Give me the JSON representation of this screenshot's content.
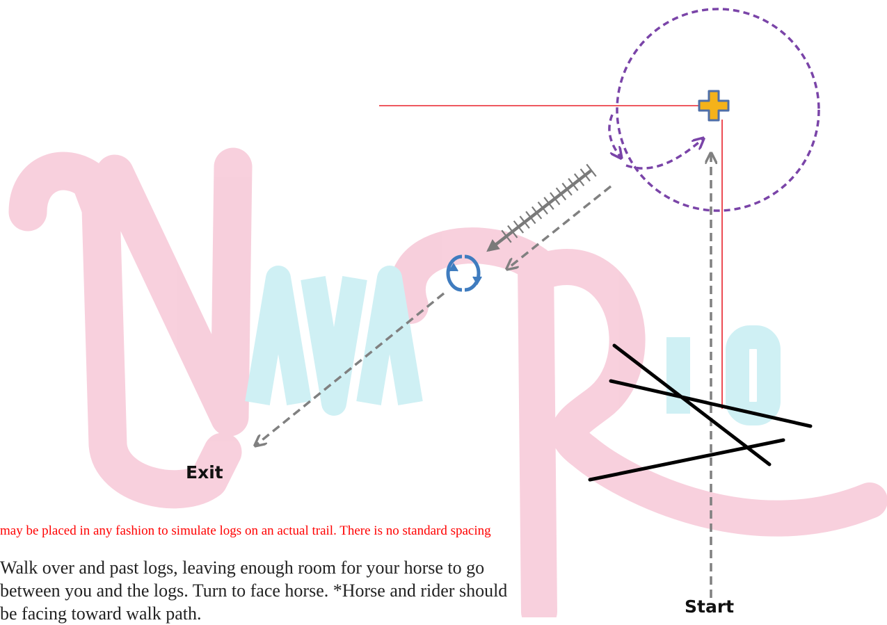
{
  "labels": {
    "exit": "Exit",
    "start": "Start"
  },
  "note": {
    "text": "may be placed in any fashion to simulate logs on an actual trail. There is no standard spacing",
    "color": "#ff0000"
  },
  "instructions": {
    "line1": "Walk over and past logs, leaving enough room for your horse to go",
    "line2": "between you and the logs. Turn to face horse. *Horse and rider should",
    "line3": "be facing toward walk path."
  },
  "watermark": {
    "text": "NavaRio",
    "colors": {
      "pink": "#f2a9c1",
      "cyan": "#a9e4ec"
    }
  },
  "icons": [
    "turn-circle-icon",
    "cross-marker-icon",
    "ladder-icon"
  ],
  "colors": {
    "path": "#808080",
    "circle": "#7a44a8",
    "guide": "#e8202a",
    "marker_fill": "#f5b21a",
    "marker_stroke": "#4f6fa8",
    "turn_icon": "#3f7cbf",
    "logs": "#000000"
  }
}
